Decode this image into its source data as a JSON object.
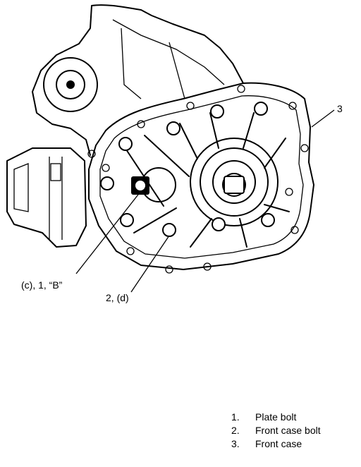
{
  "callouts": {
    "c1": "3",
    "c2": "(c), 1, “B”",
    "c3": "2, (d)"
  },
  "legend": [
    {
      "num": "1.",
      "text": "Plate bolt"
    },
    {
      "num": "2.",
      "text": "Front case bolt"
    },
    {
      "num": "3.",
      "text": "Front case"
    }
  ]
}
